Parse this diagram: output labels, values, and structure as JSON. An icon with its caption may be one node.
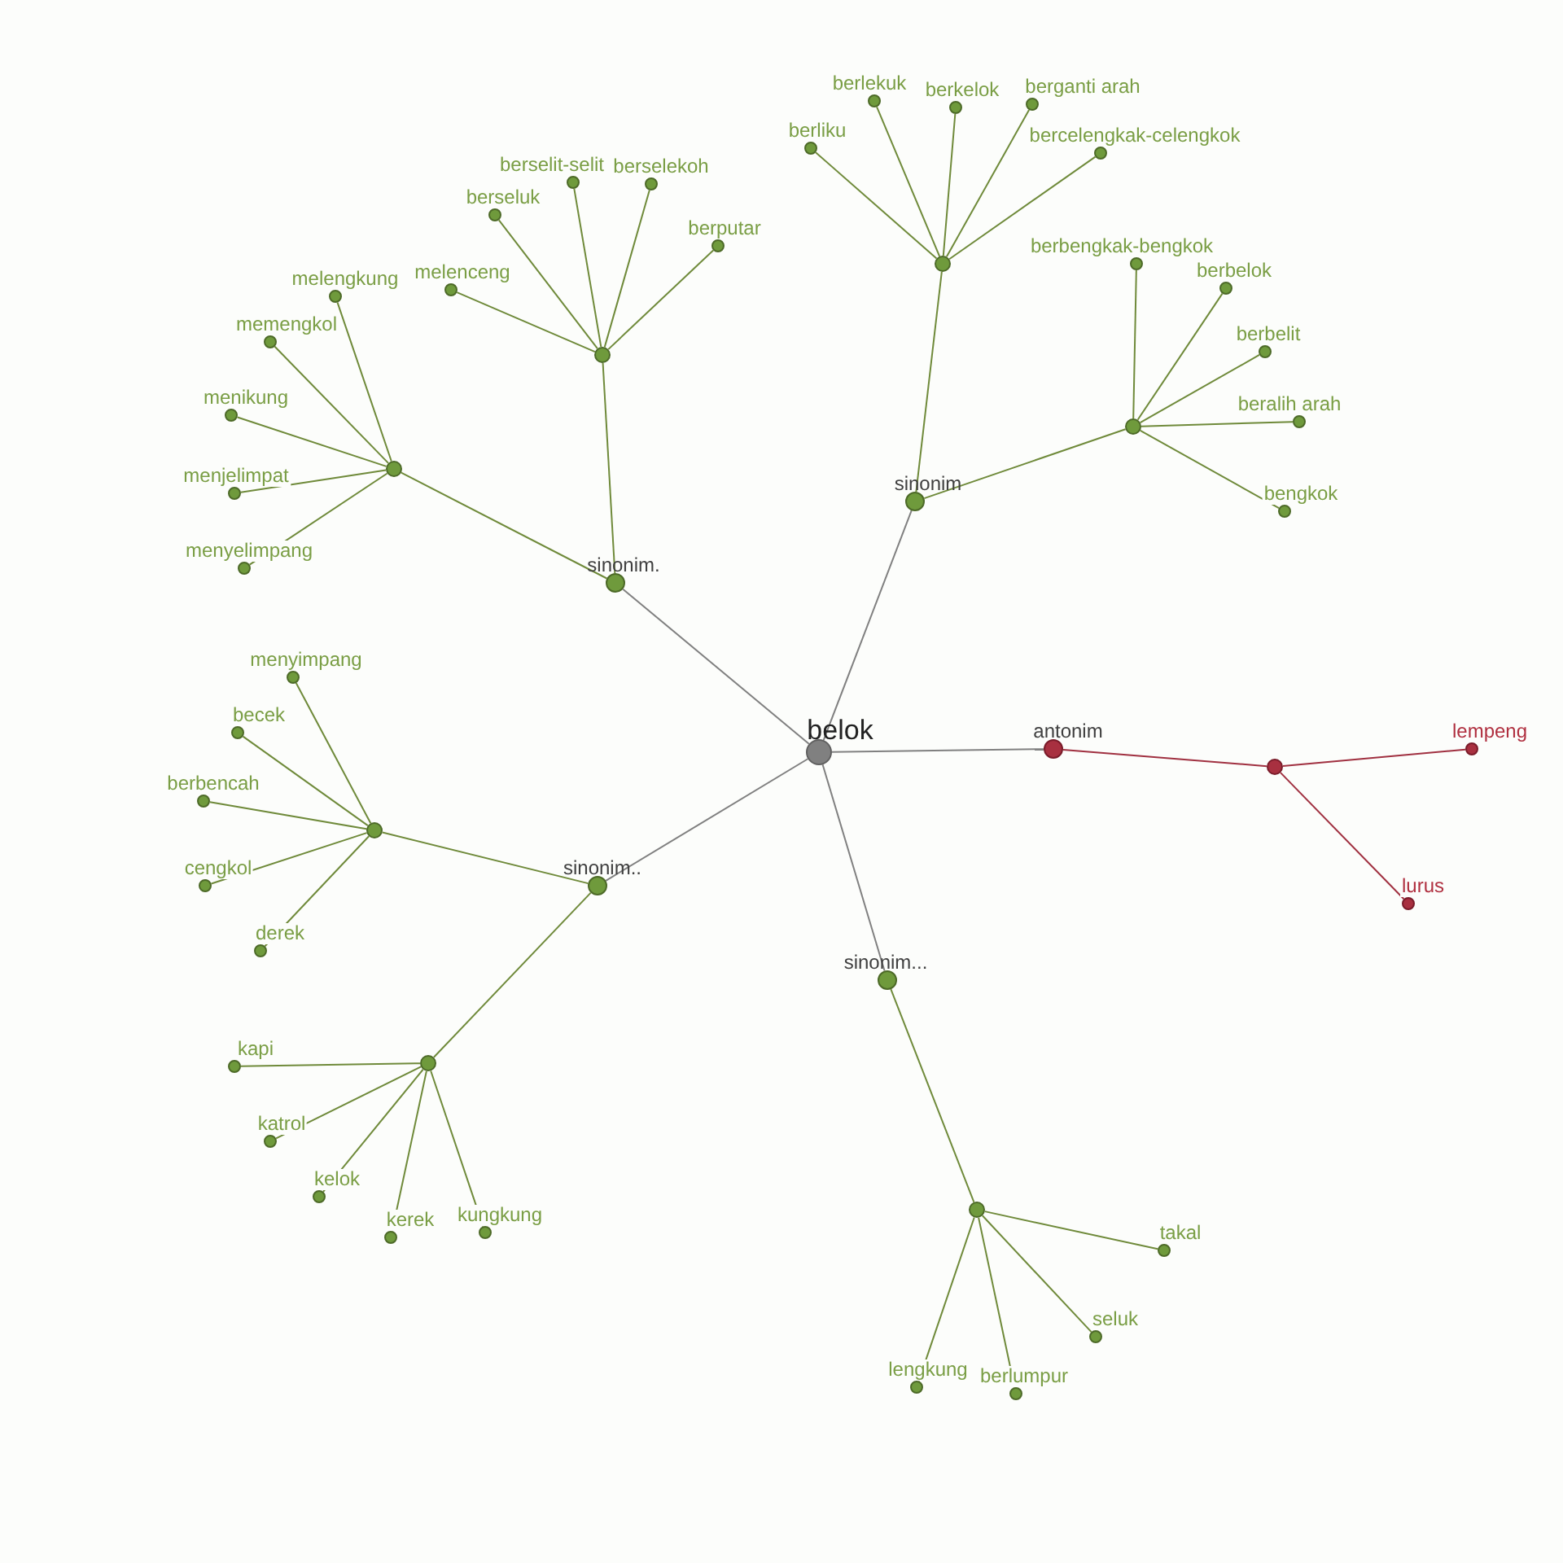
{
  "diagram": {
    "nodes": [
      {
        "text": [
          "belok"
        ]
      },
      {
        "text": [
          "sinonim"
        ]
      },
      {
        "text": [],
        "shape": "circle"
      },
      {
        "text": [
          "berliku"
        ]
      },
      {
        "text": [
          "berlekuk"
        ]
      },
      {
        "text": [
          "berkelok"
        ]
      },
      {
        "text": [
          "berganti arah"
        ]
      },
      {
        "text": [
          "bercelengkak-celengkok"
        ]
      },
      {
        "text": [],
        "shape": "circle"
      },
      {
        "text": [
          "berbengkak-bengkok"
        ]
      },
      {
        "text": [
          "berbelok"
        ]
      },
      {
        "text": [
          "berbelit"
        ]
      },
      {
        "text": [
          "beralih arah"
        ]
      },
      {
        "text": [
          "bengkok"
        ]
      },
      {
        "text": [
          "sinonim."
        ]
      },
      {
        "text": [],
        "shape": "circle"
      },
      {
        "text": [
          "melenceng"
        ]
      },
      {
        "text": [
          "berseluk"
        ]
      },
      {
        "text": [
          "berselit-selit"
        ]
      },
      {
        "text": [
          "berselekoh"
        ]
      },
      {
        "text": [
          "berputar"
        ]
      },
      {
        "text": [],
        "shape": "circle"
      },
      {
        "text": [
          "melengkung"
        ]
      },
      {
        "text": [
          "memengkol"
        ]
      },
      {
        "text": [
          "menikung"
        ]
      },
      {
        "text": [
          "menjelimpat"
        ]
      },
      {
        "text": [
          "menyelimpang"
        ]
      },
      {
        "text": [
          "sinonim.."
        ]
      },
      {
        "text": [],
        "shape": "circle"
      },
      {
        "text": [
          "menyimpang"
        ]
      },
      {
        "text": [
          "becek"
        ]
      },
      {
        "text": [
          "berbencah"
        ]
      },
      {
        "text": [
          "cengkol"
        ]
      },
      {
        "text": [
          "derek"
        ]
      },
      {
        "text": [],
        "shape": "circle"
      },
      {
        "text": [
          "kapi"
        ]
      },
      {
        "text": [
          "katrol"
        ]
      },
      {
        "text": [
          "kelok"
        ]
      },
      {
        "text": [
          "kerek"
        ]
      },
      {
        "text": [
          "kungkung"
        ]
      },
      {
        "text": [
          "sinonim..."
        ]
      },
      {
        "text": [],
        "shape": "circle"
      },
      {
        "text": [
          "takal"
        ]
      },
      {
        "text": [
          "seluk"
        ]
      },
      {
        "text": [
          "lengkung"
        ]
      },
      {
        "text": [
          "berlumpur"
        ]
      },
      {
        "text": [
          "antonim"
        ]
      },
      {
        "text": [],
        "shape": "circle"
      },
      {
        "text": [
          "lempeng"
        ]
      },
      {
        "text": [
          "lurus"
        ]
      }
    ],
    "edges": [
      {
        "from": 0,
        "to": 1,
        "arrow": "none",
        "color": "#808080"
      },
      {
        "from": 0,
        "to": 14,
        "arrow": "none",
        "color": "#808080"
      },
      {
        "from": 0,
        "to": 27,
        "arrow": "none",
        "color": "#808080"
      },
      {
        "from": 0,
        "to": 40,
        "arrow": "none",
        "color": "#808080"
      },
      {
        "from": 0,
        "to": 46,
        "arrow": "none",
        "color": "#808080"
      },
      {
        "from": 1,
        "to": 2,
        "arrow": "none"
      },
      {
        "from": 2,
        "to": 3,
        "arrow": "none"
      },
      {
        "from": 2,
        "to": 4,
        "arrow": "none"
      },
      {
        "from": 2,
        "to": 5,
        "arrow": "none"
      },
      {
        "from": 2,
        "to": 6,
        "arrow": "none"
      },
      {
        "from": 2,
        "to": 7,
        "arrow": "none"
      },
      {
        "from": 1,
        "to": 8,
        "arrow": "none"
      },
      {
        "from": 8,
        "to": 9,
        "arrow": "none"
      },
      {
        "from": 8,
        "to": 10,
        "arrow": "none"
      },
      {
        "from": 8,
        "to": 11,
        "arrow": "none"
      },
      {
        "from": 8,
        "to": 12,
        "arrow": "none"
      },
      {
        "from": 8,
        "to": 13,
        "arrow": "none"
      },
      {
        "from": 14,
        "to": 15,
        "arrow": "none"
      },
      {
        "from": 15,
        "to": 16,
        "arrow": "none"
      },
      {
        "from": 15,
        "to": 17,
        "arrow": "none"
      },
      {
        "from": 15,
        "to": 18,
        "arrow": "none"
      },
      {
        "from": 15,
        "to": 19,
        "arrow": "none"
      },
      {
        "from": 15,
        "to": 20,
        "arrow": "none"
      },
      {
        "from": 14,
        "to": 21,
        "arrow": "none"
      },
      {
        "from": 21,
        "to": 22,
        "arrow": "none"
      },
      {
        "from": 21,
        "to": 23,
        "arrow": "none"
      },
      {
        "from": 21,
        "to": 24,
        "arrow": "none"
      },
      {
        "from": 21,
        "to": 25,
        "arrow": "none"
      },
      {
        "from": 21,
        "to": 26,
        "arrow": "none"
      },
      {
        "from": 27,
        "to": 28,
        "arrow": "none"
      },
      {
        "from": 28,
        "to": 29,
        "arrow": "none"
      },
      {
        "from": 28,
        "to": 30,
        "arrow": "none"
      },
      {
        "from": 28,
        "to": 31,
        "arrow": "none"
      },
      {
        "from": 28,
        "to": 32,
        "arrow": "none"
      },
      {
        "from": 28,
        "to": 33,
        "arrow": "none"
      },
      {
        "from": 27,
        "to": 34,
        "arrow": "none"
      },
      {
        "from": 34,
        "to": 35,
        "arrow": "none"
      },
      {
        "from": 34,
        "to": 36,
        "arrow": "none"
      },
      {
        "from": 34,
        "to": 37,
        "arrow": "none"
      },
      {
        "from": 34,
        "to": 38,
        "arrow": "none"
      },
      {
        "from": 34,
        "to": 39,
        "arrow": "none"
      },
      {
        "from": 40,
        "to": 41,
        "arrow": "none"
      },
      {
        "from": 41,
        "to": 42,
        "arrow": "none"
      },
      {
        "from": 41,
        "to": 43,
        "arrow": "none"
      },
      {
        "from": 41,
        "to": 44,
        "arrow": "none"
      },
      {
        "from": 41,
        "to": 45,
        "arrow": "none"
      },
      {
        "from": 46,
        "to": 47,
        "arrow": "none",
        "color": "#a03040"
      },
      {
        "from": 47,
        "to": 48,
        "arrow": "none",
        "color": "#a03040"
      },
      {
        "from": 47,
        "to": 49,
        "arrow": "none",
        "color": "#a03040"
      }
    ]
  }
}
